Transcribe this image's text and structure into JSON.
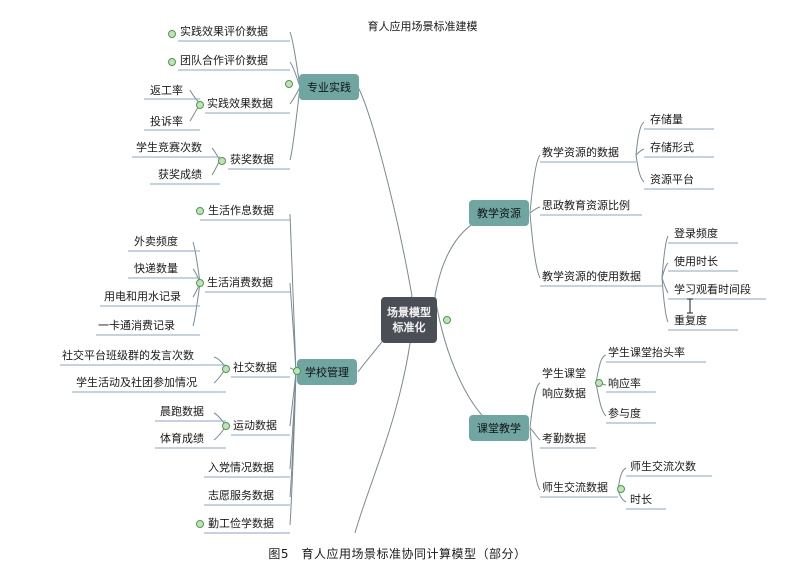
{
  "header": {
    "title": "育人应用场景标准建模"
  },
  "caption": "图5　育人应用场景标准协同计算模型（部分）",
  "root": {
    "line1": "场景模型",
    "line2": "标准化"
  },
  "branches": {
    "professional_practice": {
      "label": "专业实践",
      "practice_eval": "实践效果评价数据",
      "team_eval": "团队合作评价数据",
      "practice_effect": {
        "label": "实践效果数据",
        "children": [
          "返工率",
          "投诉率"
        ]
      },
      "awards": {
        "label": "获奖数据",
        "children": [
          "学生竞赛次数",
          "获奖成绩"
        ]
      }
    },
    "school_management": {
      "label": "学校管理",
      "schedule": "生活作息数据",
      "consumption": {
        "label": "生活消费数据",
        "children": [
          "外卖频度",
          "快递数量",
          "用电和用水记录",
          "一卡通消费记录"
        ]
      },
      "social": {
        "label": "社交数据",
        "children": [
          "社交平台班级群的发言次数",
          "学生活动及社团参加情况"
        ]
      },
      "sports": {
        "label": "运动数据",
        "children": [
          "晨跑数据",
          "体育成绩"
        ]
      },
      "party": "入党情况数据",
      "volunteer": "志愿服务数据",
      "work_study": "勤工俭学数据"
    },
    "teaching_resources": {
      "label": "教学资源",
      "resource_data": {
        "label": "教学资源的数据",
        "children": [
          "存储量",
          "存储形式",
          "资源平台"
        ]
      },
      "ideological": "思政教育资源比例",
      "usage": {
        "label": "教学资源的使用数据",
        "children": [
          "登录频度",
          "使用时长",
          "学习观看时间段",
          "重复度"
        ]
      }
    },
    "classroom_teaching": {
      "label": "课堂教学",
      "response": {
        "label_line1": "学生课堂",
        "label_line2": "响应数据",
        "children": [
          "学生课堂抬头率",
          "响应率",
          "参与度"
        ]
      },
      "attendance": "考勤数据",
      "interaction": {
        "label": "师生交流数据",
        "children": [
          "师生交流次数",
          "时长"
        ]
      }
    }
  },
  "colors": {
    "node_fill": "#6fa6a2",
    "root_fill": "#4a4f55",
    "line": "#7a8a92",
    "underline": "#8aa7c4",
    "dot": "#4f9a4c"
  }
}
